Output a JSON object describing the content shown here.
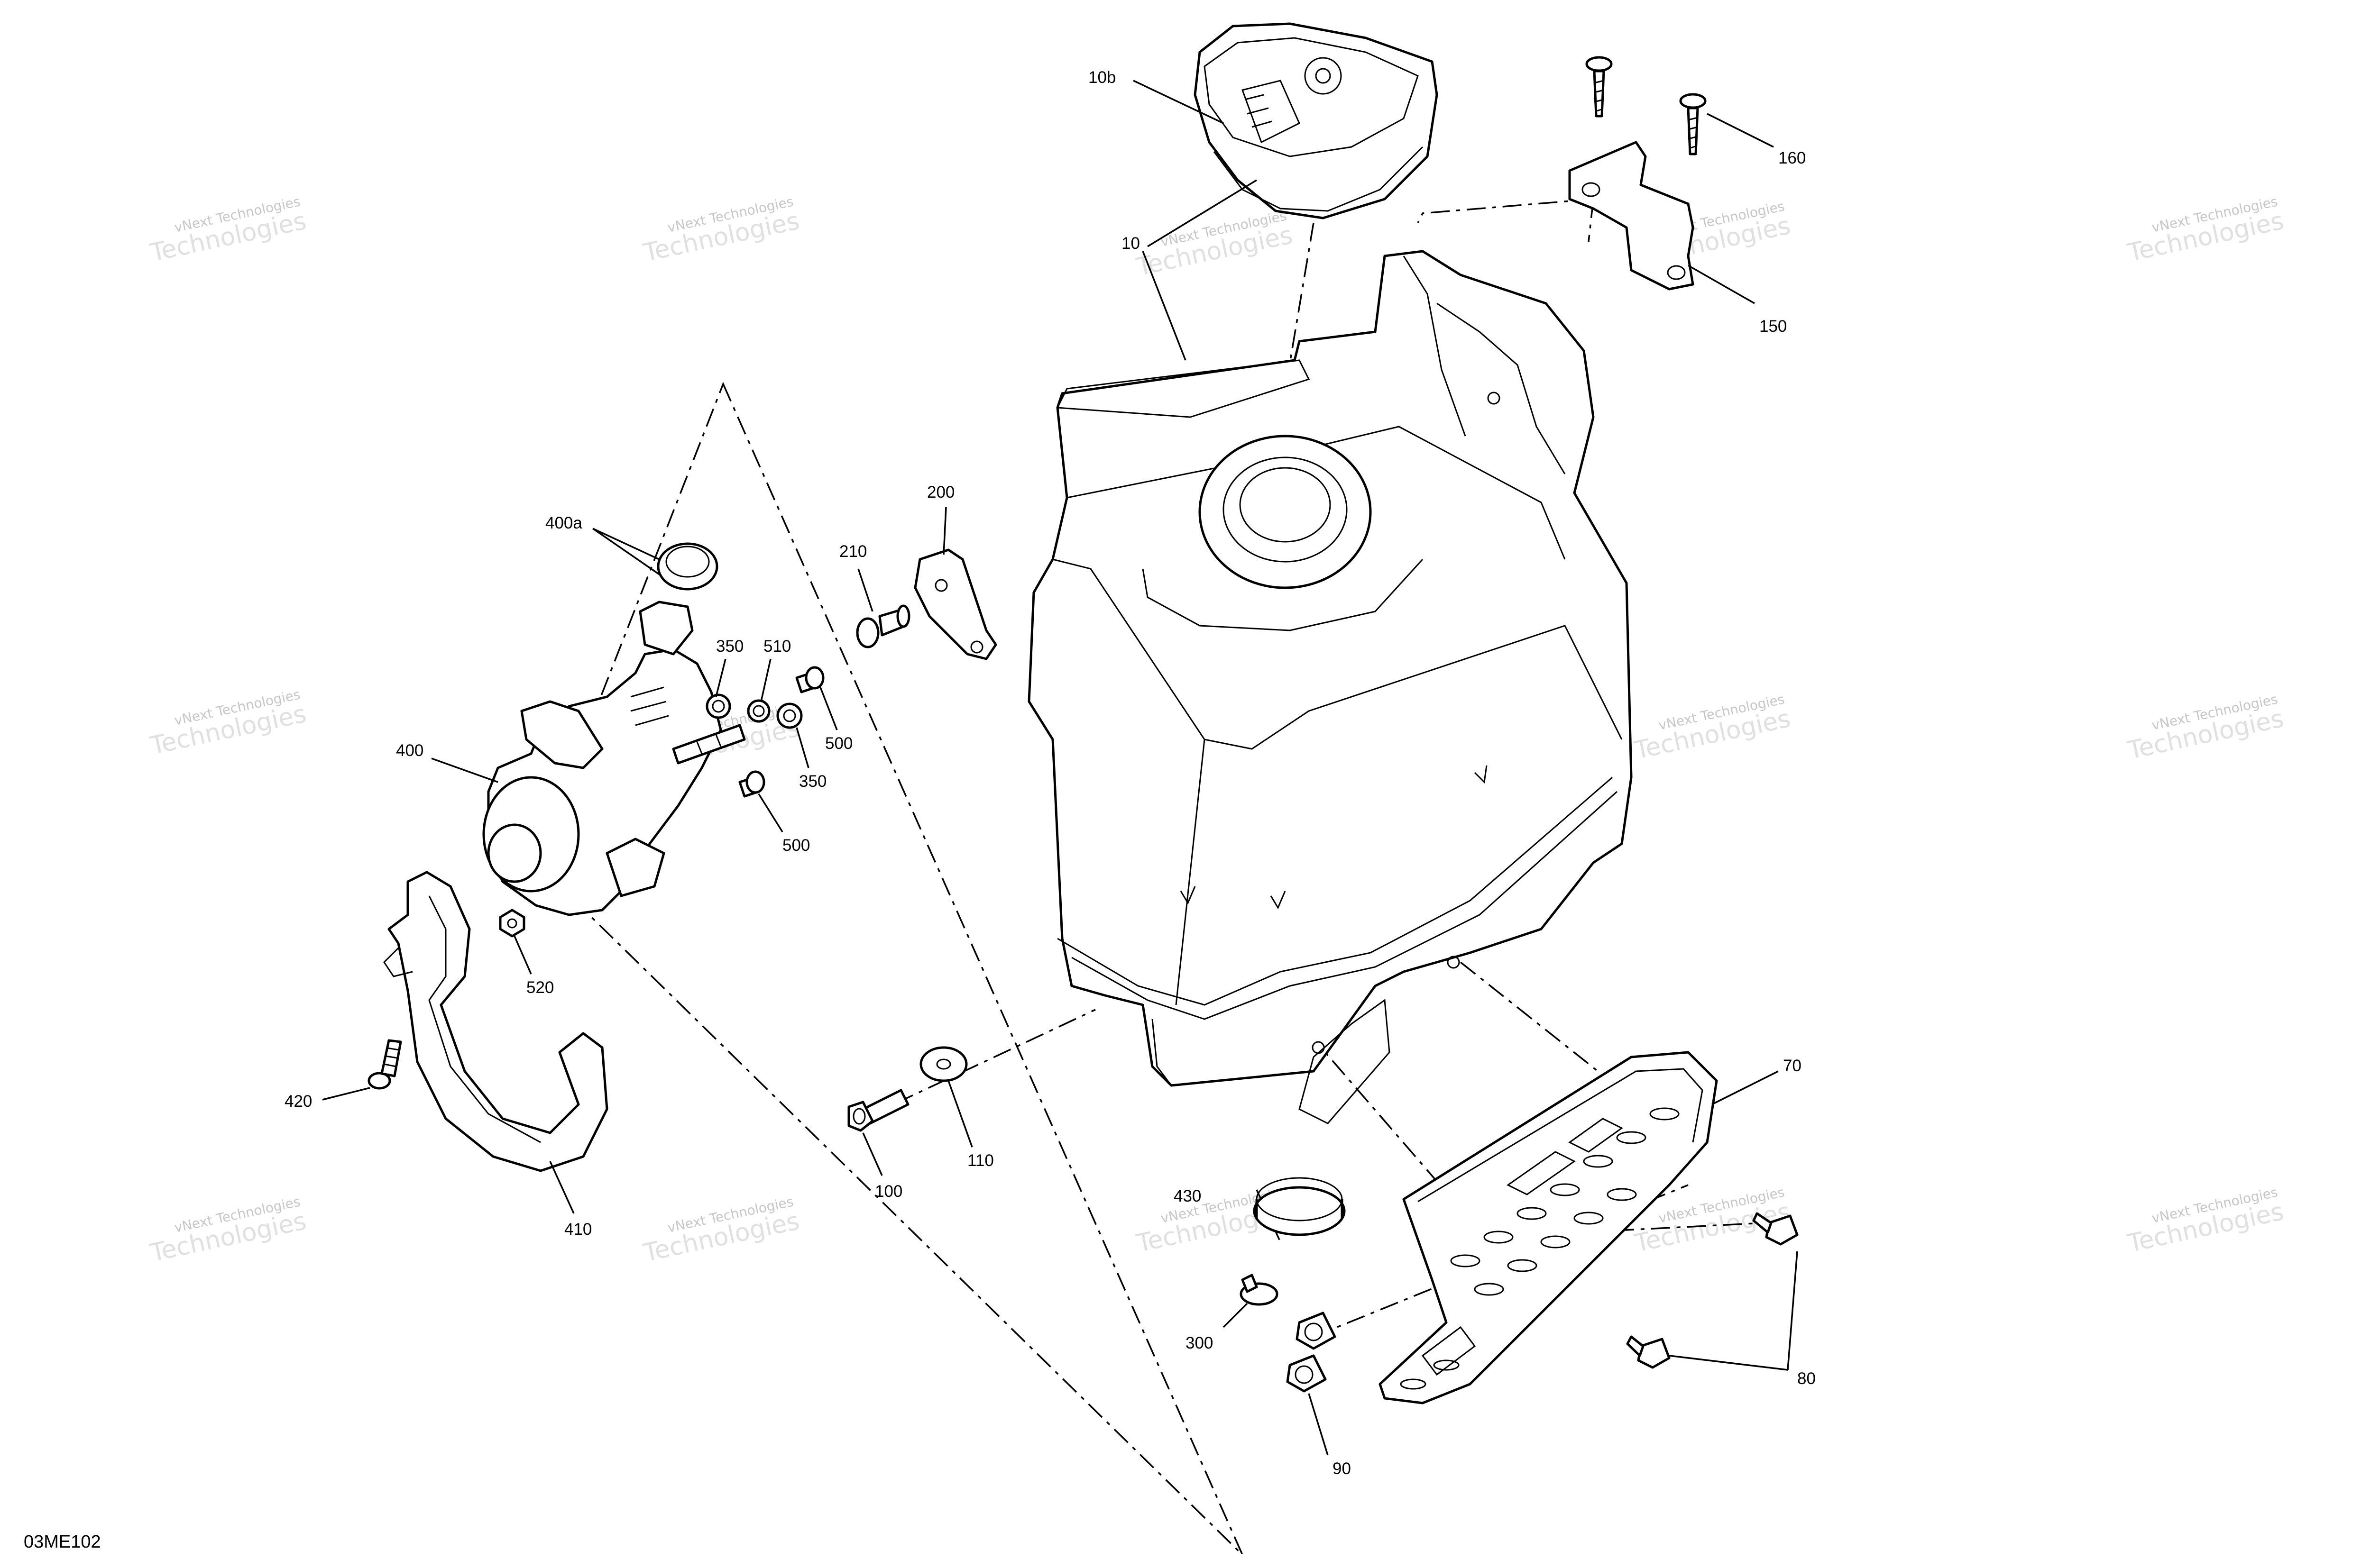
{
  "diagram": {
    "code": "03ME102",
    "watermark_line1": "vNext Technologies",
    "watermark_line2": "Technologies",
    "callouts": {
      "c10b": "10b",
      "c10": "10",
      "c160": "160",
      "c150": "150",
      "c200": "200",
      "c210": "210",
      "c400a": "400a",
      "c350a": "350",
      "c510": "510",
      "c500a": "500",
      "c350b": "350",
      "c400": "400",
      "c500b": "500",
      "c520": "520",
      "c420": "420",
      "c410": "410",
      "c100": "100",
      "c110": "110",
      "c430": "430",
      "c300": "300",
      "c90": "90",
      "c70": "70",
      "c80": "80"
    }
  }
}
